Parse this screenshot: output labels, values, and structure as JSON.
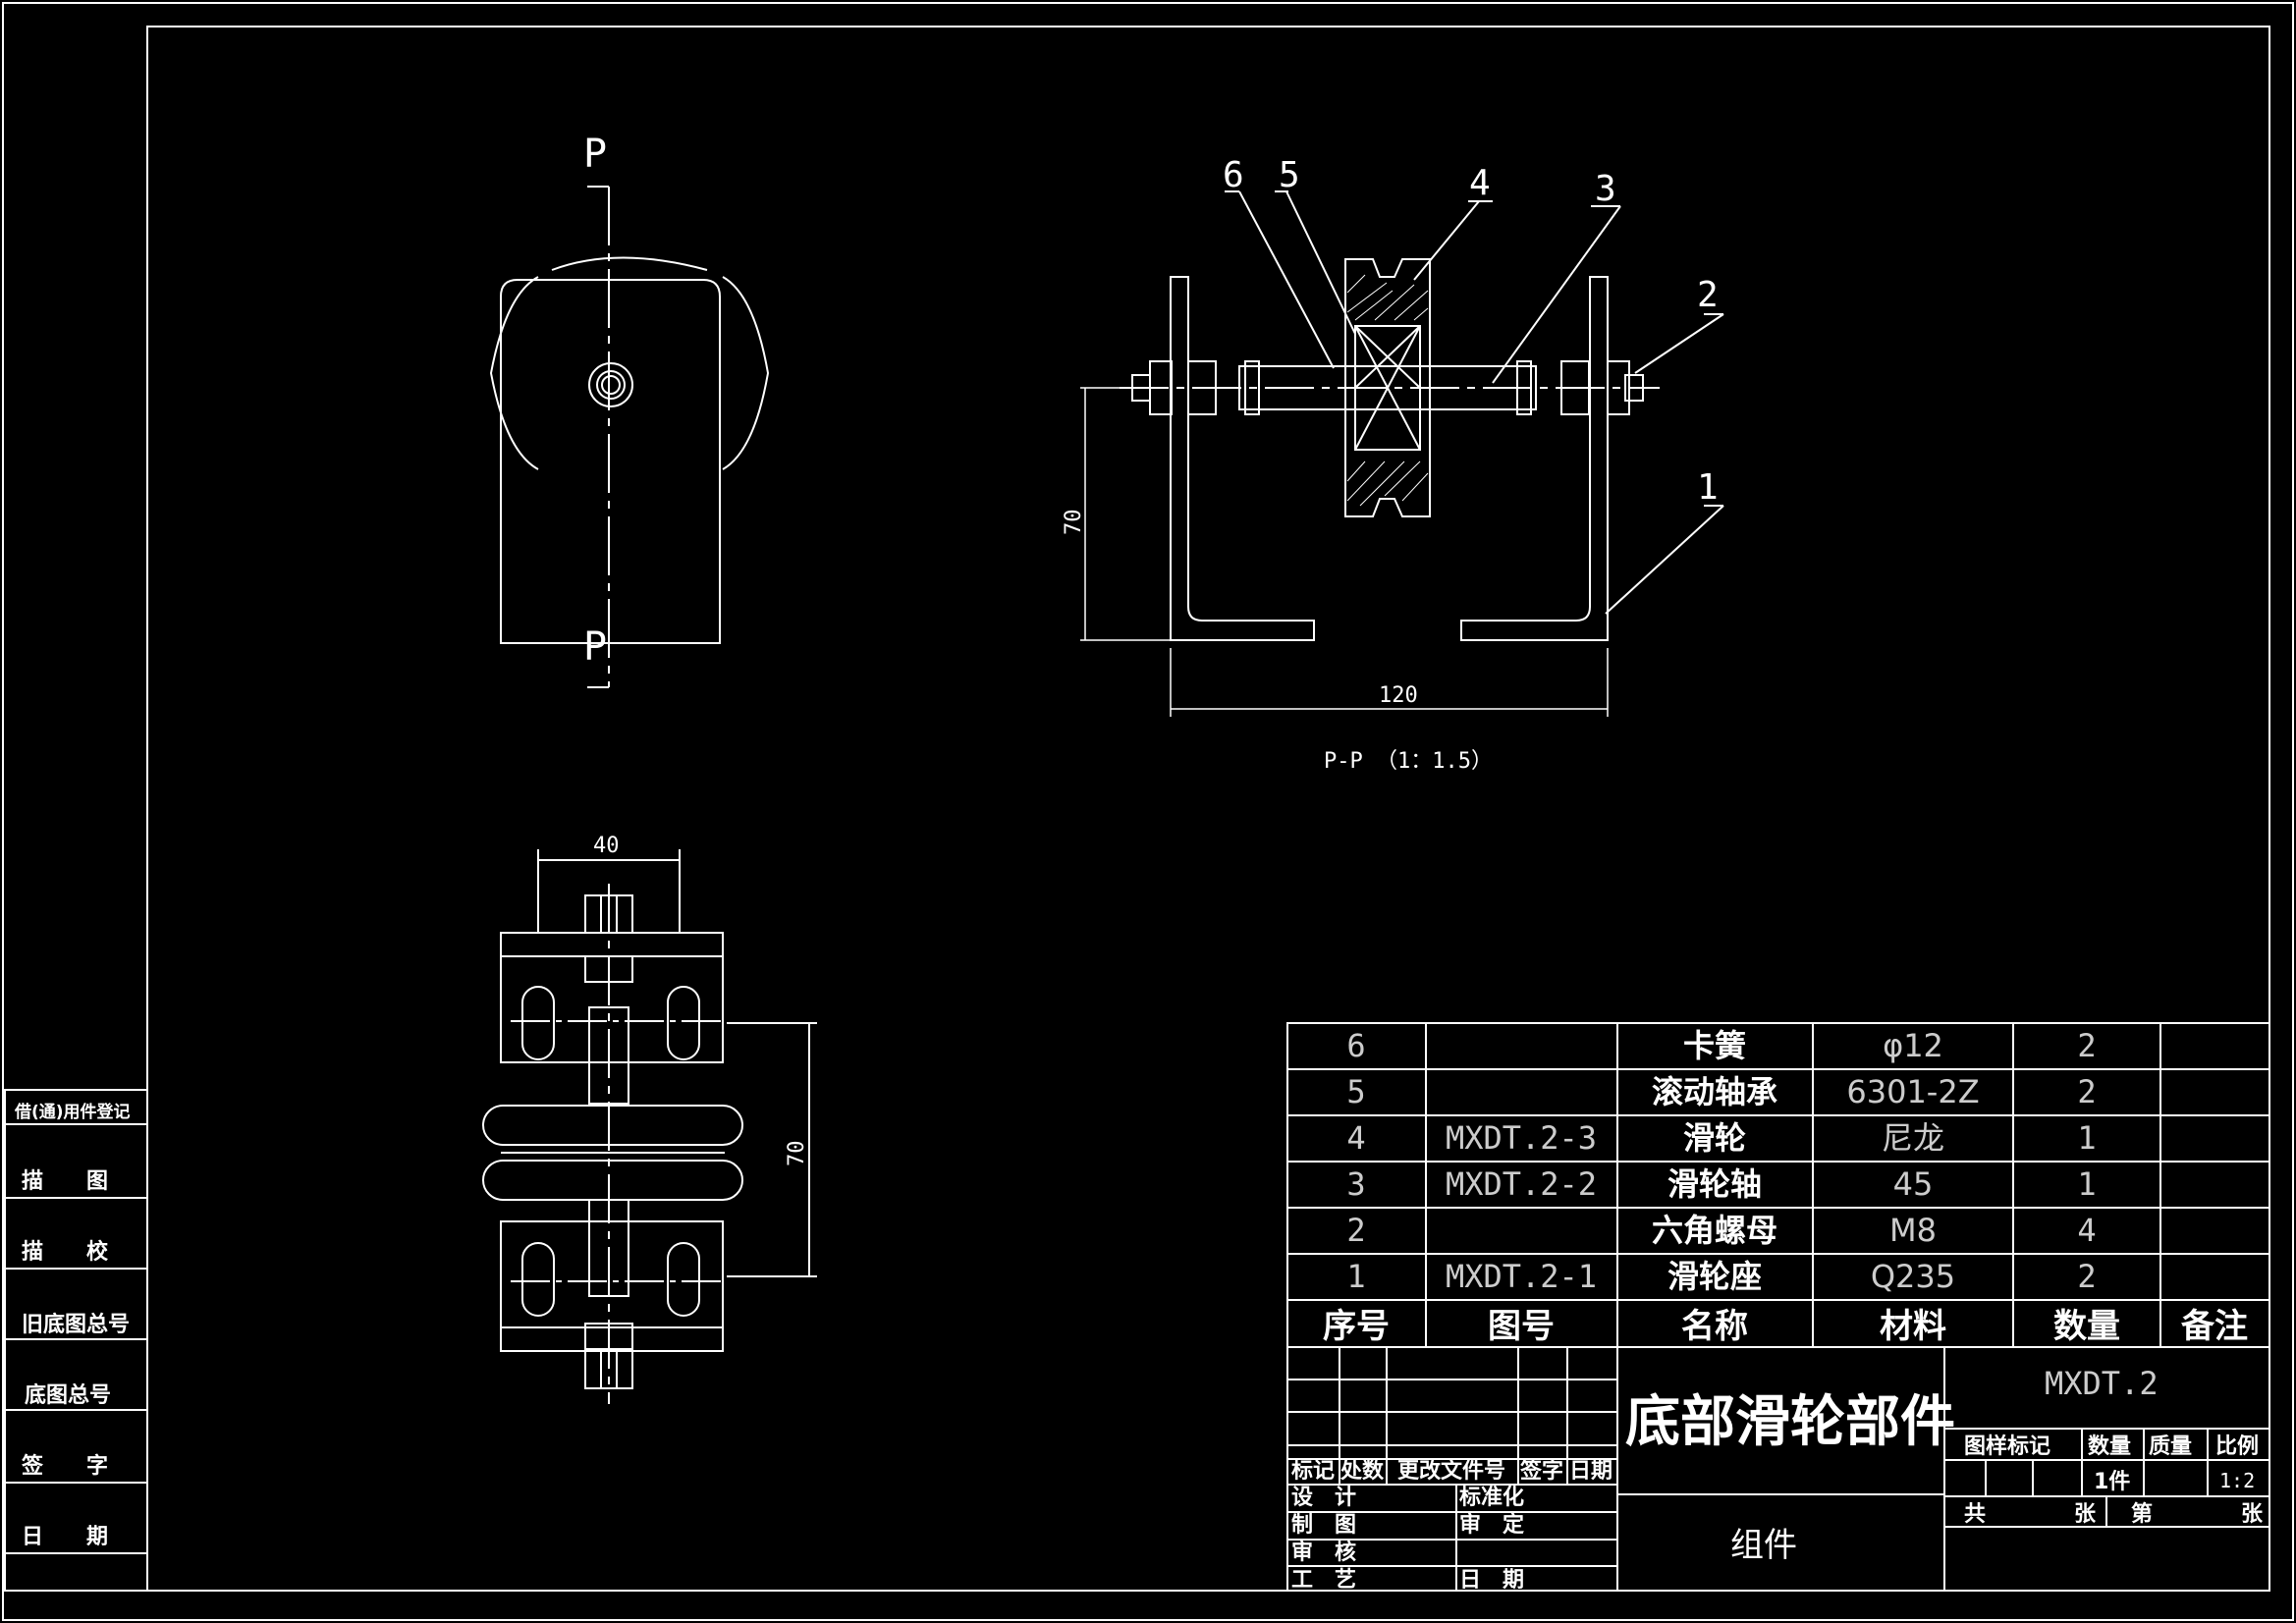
{
  "drawing": {
    "section_label_top": "P",
    "section_label_bottom": "P",
    "section_view_caption": "P-P （1：1.5）",
    "dimensions": {
      "height_70_side": "70",
      "width_120": "120",
      "width_40": "40",
      "height_70_bottom": "70"
    },
    "balloons": [
      "6",
      "5",
      "4",
      "3",
      "2",
      "1"
    ]
  },
  "left_block": {
    "rows": [
      "借(通)用件登记",
      "描　　图",
      "描　　校",
      "旧底图总号",
      "底图总号",
      "签　　字",
      "日　　期"
    ]
  },
  "bom": {
    "rows": [
      {
        "no": "6",
        "code": "",
        "name": "卡簧",
        "material": "φ12",
        "qty": "2",
        "note": ""
      },
      {
        "no": "5",
        "code": "",
        "name": "滚动轴承",
        "material": "6301-2Z",
        "qty": "2",
        "note": ""
      },
      {
        "no": "4",
        "code": "MXDT.2-3",
        "name": "滑轮",
        "material": "尼龙",
        "qty": "1",
        "note": ""
      },
      {
        "no": "3",
        "code": "MXDT.2-2",
        "name": "滑轮轴",
        "material": "45",
        "qty": "1",
        "note": ""
      },
      {
        "no": "2",
        "code": "",
        "name": "六角螺母",
        "material": "M8",
        "qty": "4",
        "note": ""
      },
      {
        "no": "1",
        "code": "MXDT.2-1",
        "name": "滑轮座",
        "material": "Q235",
        "qty": "2",
        "note": ""
      }
    ],
    "header": {
      "no": "序号",
      "code": "图号",
      "name": "名称",
      "material": "材料",
      "qty": "数量",
      "note": "备注"
    }
  },
  "title_block": {
    "title": "底部滑轮部件",
    "drawing_no": "MXDT.2",
    "subtitle": "组件",
    "rev_headers": [
      "标记",
      "处数",
      "更改文件号",
      "签字",
      "日期"
    ],
    "roles_left": [
      "设　计",
      "制　图",
      "审　核",
      "工　艺"
    ],
    "roles_right": [
      "标准化",
      "审　定",
      "日　期"
    ],
    "attr_headers": [
      "图样标记",
      "数量",
      "质量",
      "比例"
    ],
    "qty_value": "1件",
    "scale_value": "1:2",
    "sheet_total": "共",
    "sheet_unit1": "张",
    "sheet_of": "第",
    "sheet_unit2": "张"
  }
}
